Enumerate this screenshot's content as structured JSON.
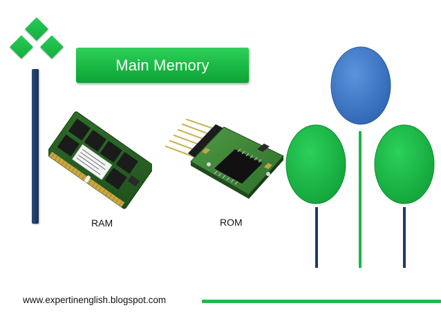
{
  "title": {
    "text": "Main Memory"
  },
  "captions": {
    "ram": "RAM",
    "rom": "ROM"
  },
  "footer": {
    "url": "www.expertinenglish.blogspot.com"
  },
  "colors": {
    "accent_green": "#1fba4a",
    "dark_blue": "#1e3b66",
    "blue_balloon": "#3d79c9"
  }
}
